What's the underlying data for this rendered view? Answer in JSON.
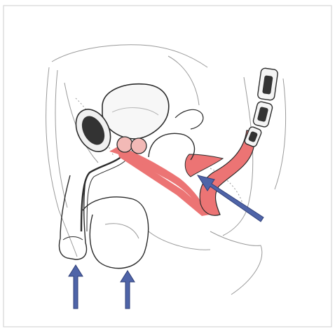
{
  "figure": {
    "colors": {
      "background": "#ffffff",
      "frame": "#d6d6d6",
      "outline": "#2b2b2b",
      "sketch": "#9a9a9a",
      "highlight": "#ec7474",
      "gland": "#f2b9b6",
      "arrow": "#4f64a8",
      "arrow_edge": "#2f3f78"
    },
    "arrows": [
      {
        "name": "arrow-left",
        "direction": "up"
      },
      {
        "name": "arrow-middle",
        "direction": "up"
      },
      {
        "name": "arrow-right",
        "direction": "up-left"
      }
    ]
  }
}
